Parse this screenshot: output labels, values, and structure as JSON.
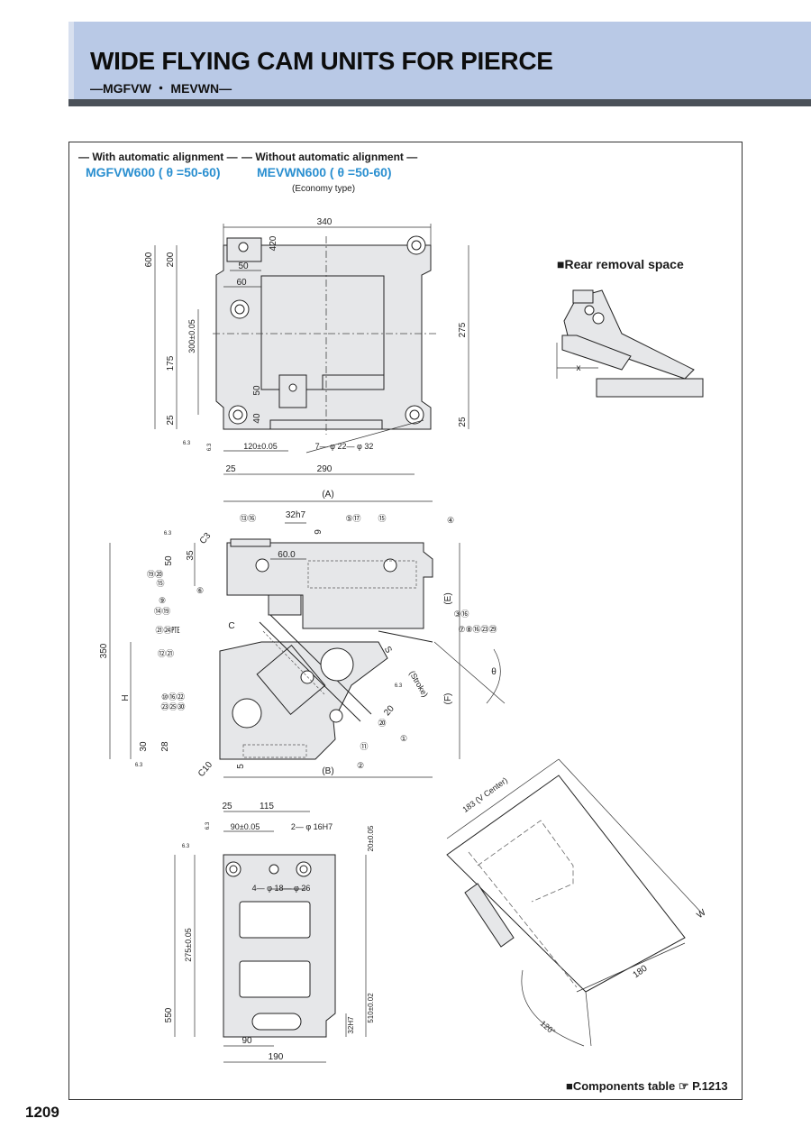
{
  "header": {
    "title": "WIDE FLYING CAM UNITS FOR PIERCE",
    "subtitle": "—MGFVW ・ MEVWN—"
  },
  "variants": {
    "with": {
      "heading": "— With automatic alignment —",
      "model": "MGFVW600 ( θ =50-60)"
    },
    "without": {
      "heading": "— Without automatic alignment —",
      "model": "MEVWN600 ( θ =50-60)",
      "note": "(Economy type)"
    }
  },
  "top_view": {
    "dims": {
      "d340": "340",
      "d420": "420",
      "d50": "50",
      "d60": "60",
      "d600": "600",
      "d200": "200",
      "d300": "300±0.05",
      "d175": "175",
      "d25a": "25",
      "d50b": "50",
      "d40": "40",
      "d275": "275",
      "d25b": "25",
      "d120": "120±0.05",
      "holes": "7— φ 22— φ 32",
      "d25c": "25",
      "d290": "290",
      "rough1": "6.3",
      "rough2": "6.3"
    }
  },
  "rear_removal": {
    "title": "■Rear removal space",
    "x": "x"
  },
  "side_view": {
    "dims": {
      "A": "(A)",
      "B": "(B)",
      "E": "(E)",
      "F": "(F)",
      "d32h7": "32h7",
      "d9": "9",
      "d600": "60.0",
      "d35": "35",
      "d50": "50",
      "d350": "350",
      "H": "H",
      "d30": "30",
      "d28": "28",
      "d5": "5",
      "C": "C",
      "C3": "C3",
      "C10": "C10",
      "S": "S",
      "stroke": "(Stroke)",
      "d20": "20",
      "theta": "θ",
      "rough1": "6.3",
      "rough2": "6.3",
      "rough3": "6.3"
    },
    "callouts": [
      "⑬⑯",
      "⑤⑰",
      "⑮",
      "④",
      "⑲⑳",
      "⑮",
      "⑥",
      "⑨",
      "⑭⑲",
      "㉑㉔㉐",
      "⑫㉑",
      "③⑯",
      "⑦⑧⑯㉓㉙",
      "⑩⑯㉒",
      "㉓㉕㉚",
      "⑳",
      "⑪",
      "①",
      "②"
    ]
  },
  "bottom_view": {
    "dims": {
      "d25": "25",
      "d115": "115",
      "d90a": "90±0.05",
      "pins": "2— φ 16H7",
      "d20": "20±0.05",
      "holes": "4— φ 18— φ 26",
      "d275": "275±0.05",
      "d550": "550",
      "d510": "510±0.02",
      "d32h7": "32H7",
      "d90b": "90",
      "d190": "190",
      "rough1": "6.3",
      "rough2": "6.3"
    }
  },
  "iso_view": {
    "dims": {
      "d183": "183 (V Center)",
      "W": "W",
      "d180": "180",
      "d120": "120°"
    }
  },
  "footer": {
    "components": "■Components table ☞ P.1213",
    "page": "1209"
  }
}
